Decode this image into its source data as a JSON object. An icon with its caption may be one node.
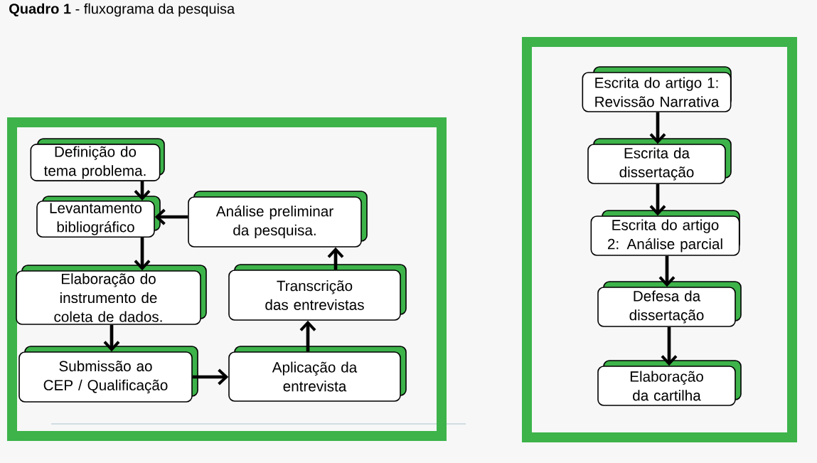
{
  "diagram": {
    "title": "**Quadro 1** - fluxograma da pesquisa",
    "nodes": [
      {
        "text": [],
        "shape": "box"
      },
      {
        "text": [
          "Definição do tema problema."
        ],
        "in": 0
      },
      {
        "text": [
          "Levantamento bibliográfico"
        ],
        "in": 0
      },
      {
        "text": [
          "Elaboração do instrumento de coleta de dados."
        ],
        "in": 0
      },
      {
        "text": [
          "Submissão ao CEP / Qualificação"
        ],
        "in": 0
      },
      {
        "text": [
          "Aplicação da entrevista"
        ],
        "in": 0
      },
      {
        "text": [
          "Transcrição das entrevistas"
        ],
        "in": 0
      },
      {
        "text": [
          "Análise preliminar da pesquisa."
        ],
        "in": 0
      },
      {
        "text": [],
        "shape": "box"
      },
      {
        "text": [
          "Escrita do artigo 1: Revissão Narrativa"
        ],
        "in": 8
      },
      {
        "text": [
          "Escrita da dissertação"
        ],
        "in": 8
      },
      {
        "text": [
          "Escrita do artigo 2: Análise parcial"
        ],
        "in": 8
      },
      {
        "text": [
          "Defesa da dissertação"
        ],
        "in": 8
      },
      {
        "text": [
          "Elaboração da cartilha"
        ],
        "in": 8
      }
    ],
    "edges": [
      {
        "from": 1,
        "to": 2,
        "arrow": "to"
      },
      {
        "from": 2,
        "to": 3,
        "arrow": "to"
      },
      {
        "from": 3,
        "to": 4,
        "arrow": "to"
      },
      {
        "from": 4,
        "to": 5,
        "arrow": "to"
      },
      {
        "from": 5,
        "to": 6,
        "arrow": "to"
      },
      {
        "from": 6,
        "to": 7,
        "arrow": "to"
      },
      {
        "from": 7,
        "to": 2,
        "arrow": "to"
      },
      {
        "from": 9,
        "to": 10,
        "arrow": "to"
      },
      {
        "from": 10,
        "to": 11,
        "arrow": "to"
      },
      {
        "from": 11,
        "to": 12,
        "arrow": "to"
      },
      {
        "from": 12,
        "to": 13,
        "arrow": "to"
      }
    ]
  }
}
